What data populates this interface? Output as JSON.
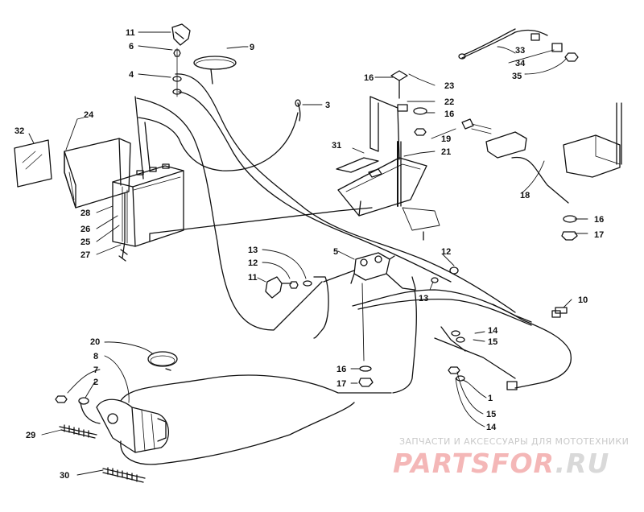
{
  "callouts": [
    {
      "id": "c11a",
      "n": "11"
    },
    {
      "id": "c6",
      "n": "6"
    },
    {
      "id": "c9",
      "n": "9"
    },
    {
      "id": "c4",
      "n": "4"
    },
    {
      "id": "c3",
      "n": "3"
    },
    {
      "id": "c24",
      "n": "24"
    },
    {
      "id": "c32",
      "n": "32"
    },
    {
      "id": "c28",
      "n": "28"
    },
    {
      "id": "c26",
      "n": "26"
    },
    {
      "id": "c25",
      "n": "25"
    },
    {
      "id": "c27",
      "n": "27"
    },
    {
      "id": "c33",
      "n": "33"
    },
    {
      "id": "c34",
      "n": "34"
    },
    {
      "id": "c35",
      "n": "35"
    },
    {
      "id": "c16a",
      "n": "16"
    },
    {
      "id": "c23",
      "n": "23"
    },
    {
      "id": "c22",
      "n": "22"
    },
    {
      "id": "c16b",
      "n": "16"
    },
    {
      "id": "c19",
      "n": "19"
    },
    {
      "id": "c31",
      "n": "31"
    },
    {
      "id": "c21",
      "n": "21"
    },
    {
      "id": "c18",
      "n": "18"
    },
    {
      "id": "c16c",
      "n": "16"
    },
    {
      "id": "c17a",
      "n": "17"
    },
    {
      "id": "c5",
      "n": "5"
    },
    {
      "id": "c13a",
      "n": "13"
    },
    {
      "id": "c12a",
      "n": "12"
    },
    {
      "id": "c11b",
      "n": "11"
    },
    {
      "id": "c12b",
      "n": "12"
    },
    {
      "id": "c13b",
      "n": "13"
    },
    {
      "id": "c10",
      "n": "10"
    },
    {
      "id": "c14a",
      "n": "14"
    },
    {
      "id": "c15a",
      "n": "15"
    },
    {
      "id": "c20",
      "n": "20"
    },
    {
      "id": "c8",
      "n": "8"
    },
    {
      "id": "c7",
      "n": "7"
    },
    {
      "id": "c2",
      "n": "2"
    },
    {
      "id": "c16d",
      "n": "16"
    },
    {
      "id": "c17b",
      "n": "17"
    },
    {
      "id": "c1",
      "n": "1"
    },
    {
      "id": "c15b",
      "n": "15"
    },
    {
      "id": "c14b",
      "n": "14"
    },
    {
      "id": "c29",
      "n": "29"
    },
    {
      "id": "c30",
      "n": "30"
    }
  ],
  "watermark": {
    "tagline": "ЗАПЧАСТИ И АКСЕССУАРЫ ДЛЯ МОТОТЕХНИКИ",
    "logo_main": "PARTSFOR",
    "logo_tld": ".RU"
  }
}
